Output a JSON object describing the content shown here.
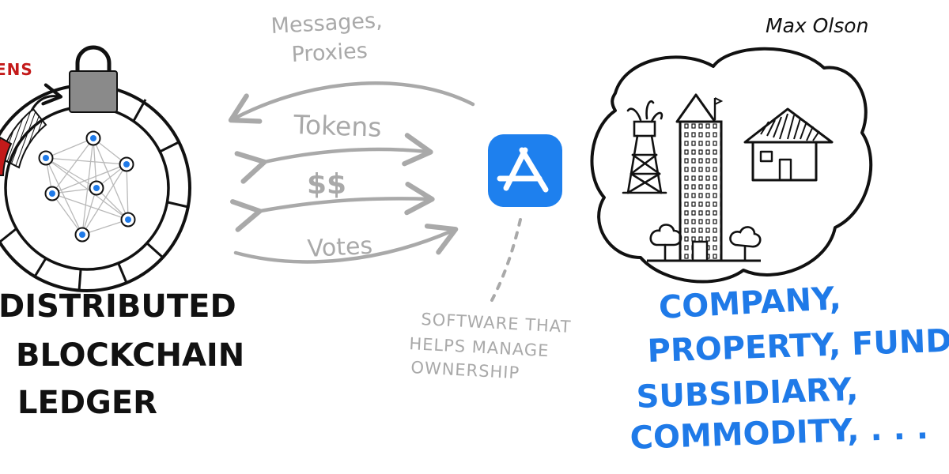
{
  "labels": {
    "tokens_red": "ENS",
    "messages": "Messages,",
    "proxies": "Proxies",
    "tokens": "Tokens",
    "dollars": "$$",
    "votes": "Votes",
    "author": "Max Olson",
    "software_line1": "SOFTWARE THAT",
    "software_line2": "HELPS MANAGE",
    "software_line3": "OWNERSHIP",
    "ledger_line1": "DISTRIBUTED",
    "ledger_line2": "BLOCKCHAIN",
    "ledger_line3": "LEDGER",
    "assets_line1": "COMPANY,",
    "assets_line2": "PROPERTY, FUND,",
    "assets_line3": "SUBSIDIARY,",
    "assets_line4": "COMMODITY, . . ."
  },
  "icons": {
    "lock": "lock-icon",
    "app": "app-store-icon",
    "tower": "oil-tower-icon",
    "building": "skyscraper-icon",
    "house": "house-icon",
    "tree": "tree-icon"
  },
  "colors": {
    "ink": "#111111",
    "arrow_gray": "#a9a9a9",
    "accent_blue": "#1f7ae8",
    "accent_red": "#c41a1a",
    "app_icon": "#1e80ee"
  }
}
